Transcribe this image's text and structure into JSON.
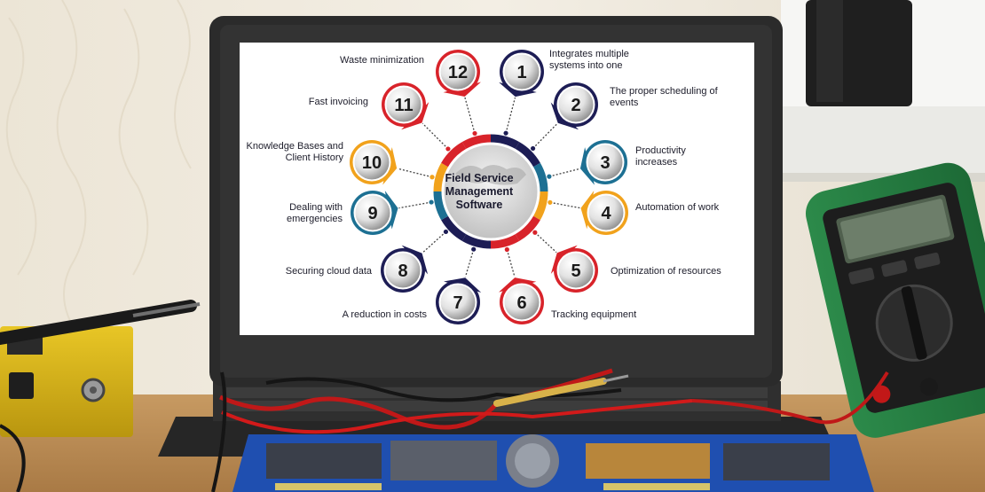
{
  "diagram": {
    "center_title": "Field Service Management Software",
    "colors": {
      "navy": "#1d1d55",
      "red": "#d8232a",
      "teal": "#1d7093",
      "orange": "#f1a21c"
    },
    "items": [
      {
        "number": "1",
        "label": "Integrates multiple systems into one",
        "color": "navy"
      },
      {
        "number": "2",
        "label": "The proper scheduling of events",
        "color": "navy"
      },
      {
        "number": "3",
        "label": "Productivity increases",
        "color": "teal"
      },
      {
        "number": "4",
        "label": "Automation of work",
        "color": "orange"
      },
      {
        "number": "5",
        "label": "Optimization of resources",
        "color": "red"
      },
      {
        "number": "6",
        "label": "Tracking equipment",
        "color": "red"
      },
      {
        "number": "7",
        "label": "A reduction in costs",
        "color": "navy"
      },
      {
        "number": "8",
        "label": "Securing cloud data",
        "color": "navy"
      },
      {
        "number": "9",
        "label": "Dealing with emergencies",
        "color": "teal"
      },
      {
        "number": "10",
        "label": "Knowledge Bases and Client History",
        "color": "orange"
      },
      {
        "number": "11",
        "label": "Fast invoicing",
        "color": "red"
      },
      {
        "number": "12",
        "label": "Waste minimization",
        "color": "red"
      }
    ]
  }
}
